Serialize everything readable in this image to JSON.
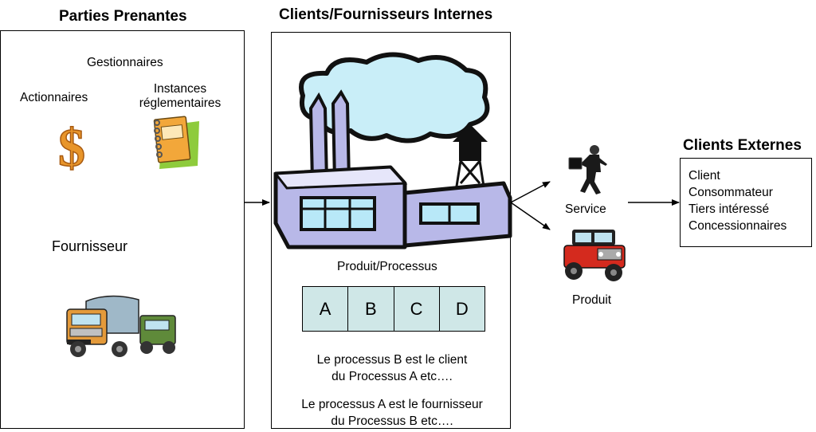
{
  "stakeholders": {
    "title": "Parties Prenantes",
    "managers": "Gestionnaires",
    "shareholders": "Actionnaires",
    "regulators_line1": "Instances",
    "regulators_line2": "réglementaires",
    "supplier": "Fournisseur"
  },
  "internal": {
    "title": "Clients/Fournisseurs Internes",
    "process_label": "Produit/Processus",
    "steps": [
      "A",
      "B",
      "C",
      "D"
    ],
    "note1_line1": "Le processus B est le client",
    "note1_line2": "du Processus A etc….",
    "note2_line1": "Le processus A est le fournisseur",
    "note2_line2": "du Processus B etc…."
  },
  "outputs": {
    "service": "Service",
    "product": "Produit"
  },
  "external": {
    "title": "Clients Externes",
    "items": [
      "Client",
      "Consommateur",
      "Tiers intéressé",
      "Concessionnaires"
    ]
  },
  "colors": {
    "step_fill": "#cfe7e7",
    "cloud": "#c9eef8",
    "factory": "#b8b8e8",
    "dollar": "#e8952a"
  }
}
